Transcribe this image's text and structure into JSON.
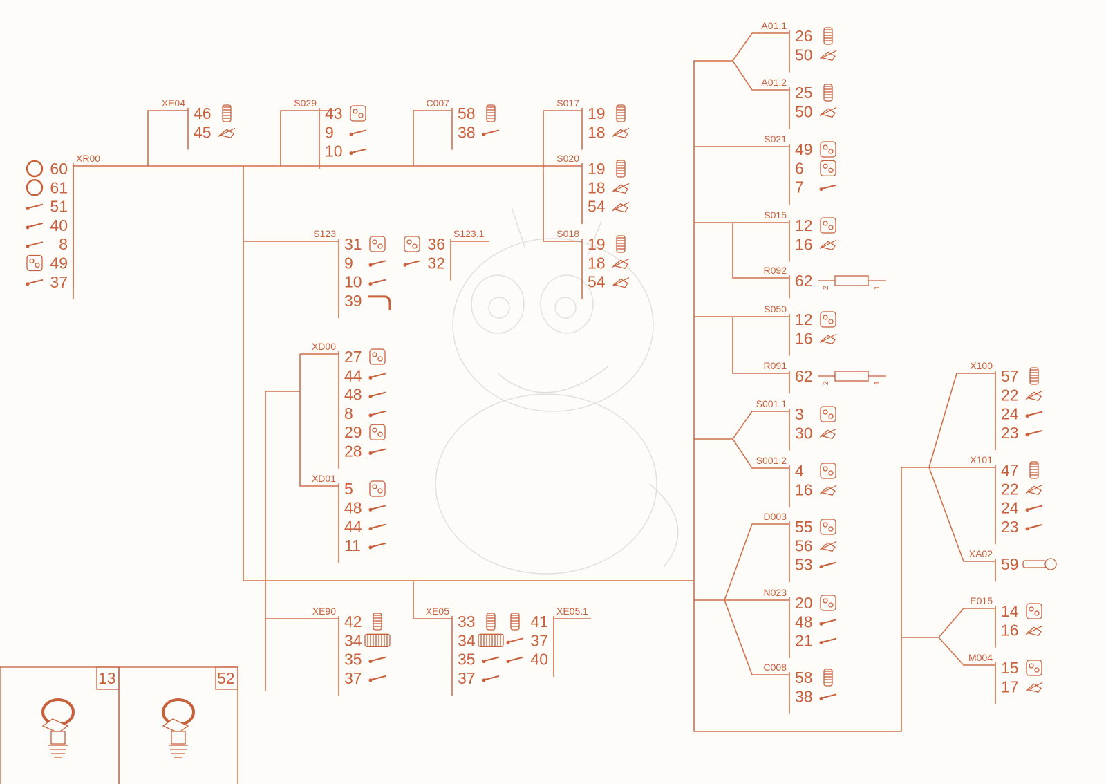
{
  "connectors": [
    {
      "id": "xr00",
      "label": "XR00",
      "parts": [
        "60",
        "61",
        "51",
        "40",
        "8",
        "49",
        "37"
      ]
    },
    {
      "id": "xe04",
      "label": "XE04",
      "parts": [
        "46",
        "45"
      ]
    },
    {
      "id": "s029",
      "label": "S029",
      "parts": [
        "43",
        "9",
        "10"
      ]
    },
    {
      "id": "c007",
      "label": "C007",
      "parts": [
        "58",
        "38"
      ]
    },
    {
      "id": "s017",
      "label": "S017",
      "parts": [
        "19",
        "18"
      ]
    },
    {
      "id": "s020",
      "label": "S020",
      "parts": [
        "19",
        "18",
        "54"
      ]
    },
    {
      "id": "s018",
      "label": "S018",
      "parts": [
        "19",
        "18",
        "54"
      ]
    },
    {
      "id": "s123",
      "label": "S123",
      "parts": [
        "31",
        "9",
        "10",
        "39"
      ]
    },
    {
      "id": "s1231",
      "label": "S123.1",
      "parts": [
        "36",
        "32"
      ]
    },
    {
      "id": "xd00",
      "label": "XD00",
      "parts": [
        "27",
        "44",
        "48",
        "8",
        "29",
        "28"
      ]
    },
    {
      "id": "xd01",
      "label": "XD01",
      "parts": [
        "5",
        "48",
        "44",
        "11"
      ]
    },
    {
      "id": "xe90",
      "label": "XE90",
      "parts": [
        "42",
        "34",
        "35",
        "37"
      ]
    },
    {
      "id": "xe05",
      "label": "XE05",
      "parts": [
        "33",
        "34",
        "35",
        "37"
      ]
    },
    {
      "id": "xe051",
      "label": "XE05.1",
      "parts": [
        "41",
        "37",
        "40"
      ]
    },
    {
      "id": "a011",
      "label": "A01.1",
      "parts": [
        "26",
        "50"
      ]
    },
    {
      "id": "a012",
      "label": "A01.2",
      "parts": [
        "25",
        "50"
      ]
    },
    {
      "id": "s021",
      "label": "S021",
      "parts": [
        "49",
        "6",
        "7"
      ]
    },
    {
      "id": "s015",
      "label": "S015",
      "parts": [
        "12",
        "16"
      ]
    },
    {
      "id": "r092",
      "label": "R092",
      "parts": [
        "62"
      ],
      "pins": [
        "2",
        "1"
      ]
    },
    {
      "id": "s050",
      "label": "S050",
      "parts": [
        "12",
        "16"
      ]
    },
    {
      "id": "r091",
      "label": "R091",
      "parts": [
        "62"
      ],
      "pins": [
        "2",
        "1"
      ]
    },
    {
      "id": "s0011",
      "label": "S001.1",
      "parts": [
        "3",
        "30"
      ]
    },
    {
      "id": "s0012",
      "label": "S001.2",
      "parts": [
        "4",
        "16"
      ]
    },
    {
      "id": "d003",
      "label": "D003",
      "parts": [
        "55",
        "56",
        "53"
      ]
    },
    {
      "id": "n023",
      "label": "N023",
      "parts": [
        "20",
        "48",
        "21"
      ]
    },
    {
      "id": "c008",
      "label": "C008",
      "parts": [
        "58",
        "38"
      ]
    },
    {
      "id": "x100",
      "label": "X100",
      "parts": [
        "57",
        "22",
        "24",
        "23"
      ]
    },
    {
      "id": "x101",
      "label": "X101",
      "parts": [
        "47",
        "22",
        "24",
        "23"
      ]
    },
    {
      "id": "xa02",
      "label": "XA02",
      "parts": [
        "59"
      ]
    },
    {
      "id": "e015",
      "label": "E015",
      "parts": [
        "14",
        "16"
      ]
    },
    {
      "id": "m004",
      "label": "M004",
      "parts": [
        "15",
        "17"
      ]
    }
  ],
  "insets": [
    {
      "id": "inset-13",
      "number": "13",
      "icon": "ring-terminal-bolt-icon"
    },
    {
      "id": "inset-52",
      "number": "52",
      "icon": "ring-terminal-bolt-icon"
    }
  ],
  "colors": {
    "accent": "#c8603c",
    "wire": "#d0704c",
    "background": "#fdfcf9"
  }
}
